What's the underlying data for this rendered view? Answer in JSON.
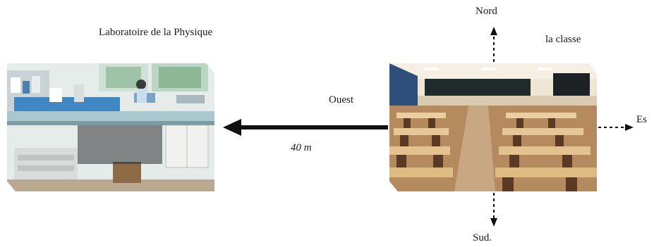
{
  "labels": {
    "lab_title": "Laboratoire de la Physique",
    "classroom_title": "la classe",
    "north": "Nord",
    "south": "Sud.",
    "east": "Es",
    "west": "Ouest",
    "distance": "40 m"
  },
  "colors": {
    "arrow": "#111111",
    "lab_wall": "#dfe6e4",
    "lab_bench": "#5aa0c8",
    "class_floor": "#b58a5e",
    "class_board": "#1f2a2a"
  }
}
